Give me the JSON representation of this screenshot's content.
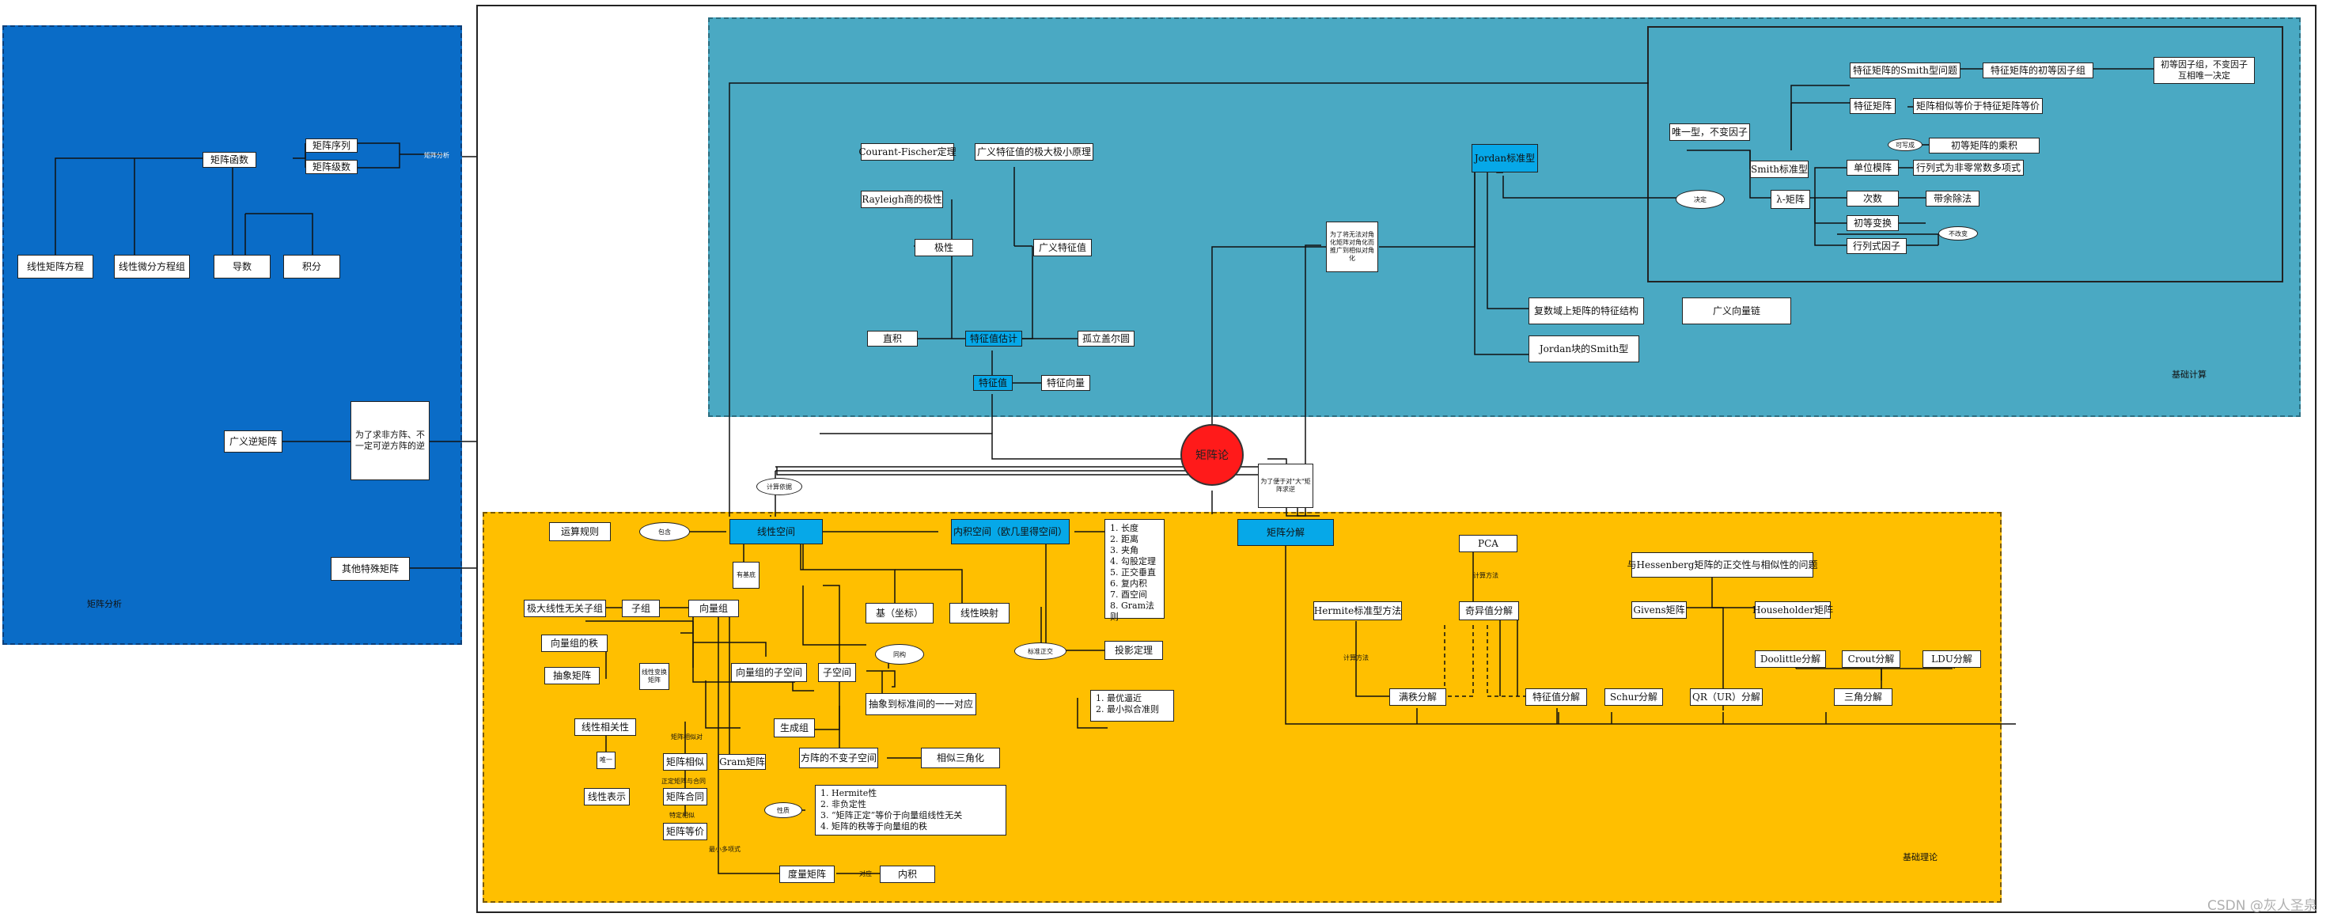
{
  "regions": {
    "left_label": "矩阵分析",
    "top_label": "基础计算",
    "bottom_label": "基础理论"
  },
  "center": "矩阵论",
  "left": {
    "matrix_function": "矩阵函数",
    "matrix_sequence": "矩阵序列",
    "matrix_series": "矩阵级数",
    "convergence_note": "矩阵分析",
    "linear_matrix_eq": "线性矩阵方程",
    "linear_diff_eq": "线性微分方程组",
    "derivative": "导数",
    "integral": "积分",
    "generalized_inverse": "广义逆矩阵",
    "gi_note": "为了求非方阵、不一定可逆方阵的逆",
    "other_special": "其他特殊矩阵"
  },
  "top": {
    "courant": "Courant-Fischer定理",
    "gen_minmax": "广义特征值的极大极小原理",
    "rayleigh": "Rayleigh商的极性",
    "extremal": "极性",
    "gen_eigen": "广义特征值",
    "direct_product": "直积",
    "eigen_estimate": "特征值估计",
    "gershgorin": "孤立盖尔圆",
    "eigenvalue": "特征值",
    "eigenvector": "特征向量",
    "jordan_note": "为了将无法对角化矩阵对角化而推广到相似对角化",
    "jordan_std": "Jordan标准型",
    "complex_struct": "复数域上矩阵的特征结构",
    "gen_eigen_chain": "广义向量链",
    "jordan_smith": "Jordan块的Smith型",
    "unique_invariant": "唯一型，不变因子",
    "smith_std": "Smith标准型",
    "decide": "决定",
    "lambda_matrix": "λ-矩阵",
    "smith_problem": "特征矩阵的Smith型问题",
    "elem_factor_group": "特征矩阵的初等因子组",
    "elem_factor_note": "初等因子组，不变因子互相唯一决定",
    "char_matrix": "特征矩阵",
    "char_similar": "矩阵相似等价于特征矩阵等价",
    "invertible": "可写成",
    "elem_product": "初等矩阵的乘积",
    "unimodular": "单位模阵",
    "det_nonzero": "行列式为非零常数多项式",
    "degree": "次数",
    "division": "带余除法",
    "elem_transform": "初等变换",
    "invariant_label": "不改变",
    "det_factor": "行列式因子"
  },
  "bottom": {
    "op_rules": "运算规则",
    "include": "包含",
    "calc_basis": "计算依据",
    "linear_space": "线性空间",
    "inner_space": "内积空间（欧几里得空间）",
    "metric_list": [
      "1. 长度",
      "2. 距离",
      "3. 夹角",
      "4. 勾股定理",
      "5. 正交垂直",
      "6. 复内积",
      "7. 酉空间",
      "8. Gram法则"
    ],
    "matrix_decomp": "矩阵分解",
    "decomp_note": "为了便于对\"大\"矩阵求逆",
    "has_base": "有基底",
    "max_indep": "极大线性无关子组",
    "subgroup": "子组",
    "vector_group": "向量组",
    "basis": "基（坐标）",
    "linear_map": "线性映射",
    "rank": "向量组的秩",
    "vg_subspace": "向量组的子空间",
    "subspace": "子空间",
    "isomorphism": "同构",
    "abstract_map": "抽象到标准间的一一对应",
    "abstract_matrix": "抽象矩阵",
    "matrix_repr": "线性变换矩阵",
    "generated_space": "生成组",
    "linear_dep": "线性相关性",
    "square_invariant": "方阵的不变子空间",
    "similar_diag": "相似三角化",
    "rank_equiv": "矩阵相似对",
    "similar": "矩阵相似",
    "gram": "Gram矩阵",
    "nature": "性质",
    "gram_props": [
      "1. Hermite性",
      "2. 非负定性",
      "3. “矩阵正定”等价于向量组线性无关",
      "4. 矩阵的秩等于向量组的秩"
    ],
    "pos_def": "正定矩阵与合同",
    "congruent": "矩阵合同",
    "contract_note": "特定相似",
    "equivalent": "矩阵等价",
    "linear_repr": "线性表示",
    "uniq": "唯一",
    "reduce": "最小多项式",
    "metric_matrix": "度量矩阵",
    "one_to_one": "一一对应",
    "inner_product": "内积",
    "standard_normal": "标准正交",
    "projection": "投影定理",
    "least_list": [
      "1. 最优逼近",
      "2. 最小拟合准则"
    ],
    "pca": "PCA",
    "calc_method": "计算方法",
    "hermite": "Hermite标准型方法",
    "calc_basis2": "计算方法",
    "svd": "奇异值分解",
    "full_rank": "满秩分解",
    "eigen_decomp": "特征值分解",
    "schur": "Schur分解",
    "qr": "QR（UR）分解",
    "triangular": "三角分解",
    "hessenberg": "与Hessenberg矩阵的正交性与相似性的问题",
    "givens": "Givens矩阵",
    "householder": "Householder矩阵",
    "doolittle": "Doolittle分解",
    "crout": "Crout分解",
    "ldu": "LDU分解"
  },
  "watermark": "CSDN @灰人圣泉"
}
